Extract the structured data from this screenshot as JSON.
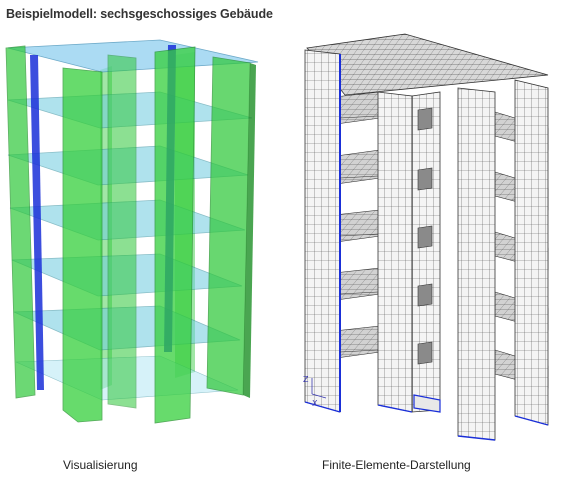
{
  "title": "Beispielmodell: sechsgeschossiges Gebäude",
  "left_caption": "Visualisierung",
  "right_caption": "Finite-Elemente-Darstellung",
  "axis_labels": {
    "x": "X",
    "z": "Z"
  },
  "floors": 6,
  "colors": {
    "wall_green": "#2fc83a",
    "wall_green_dark": "#1d8e25",
    "slab_blue": "#8fd0f0",
    "column_blue": "#1a2fd8",
    "mesh_fill": "#f0f0f0",
    "mesh_line": "#555555",
    "mesh_slab": "#cfcfcf"
  }
}
